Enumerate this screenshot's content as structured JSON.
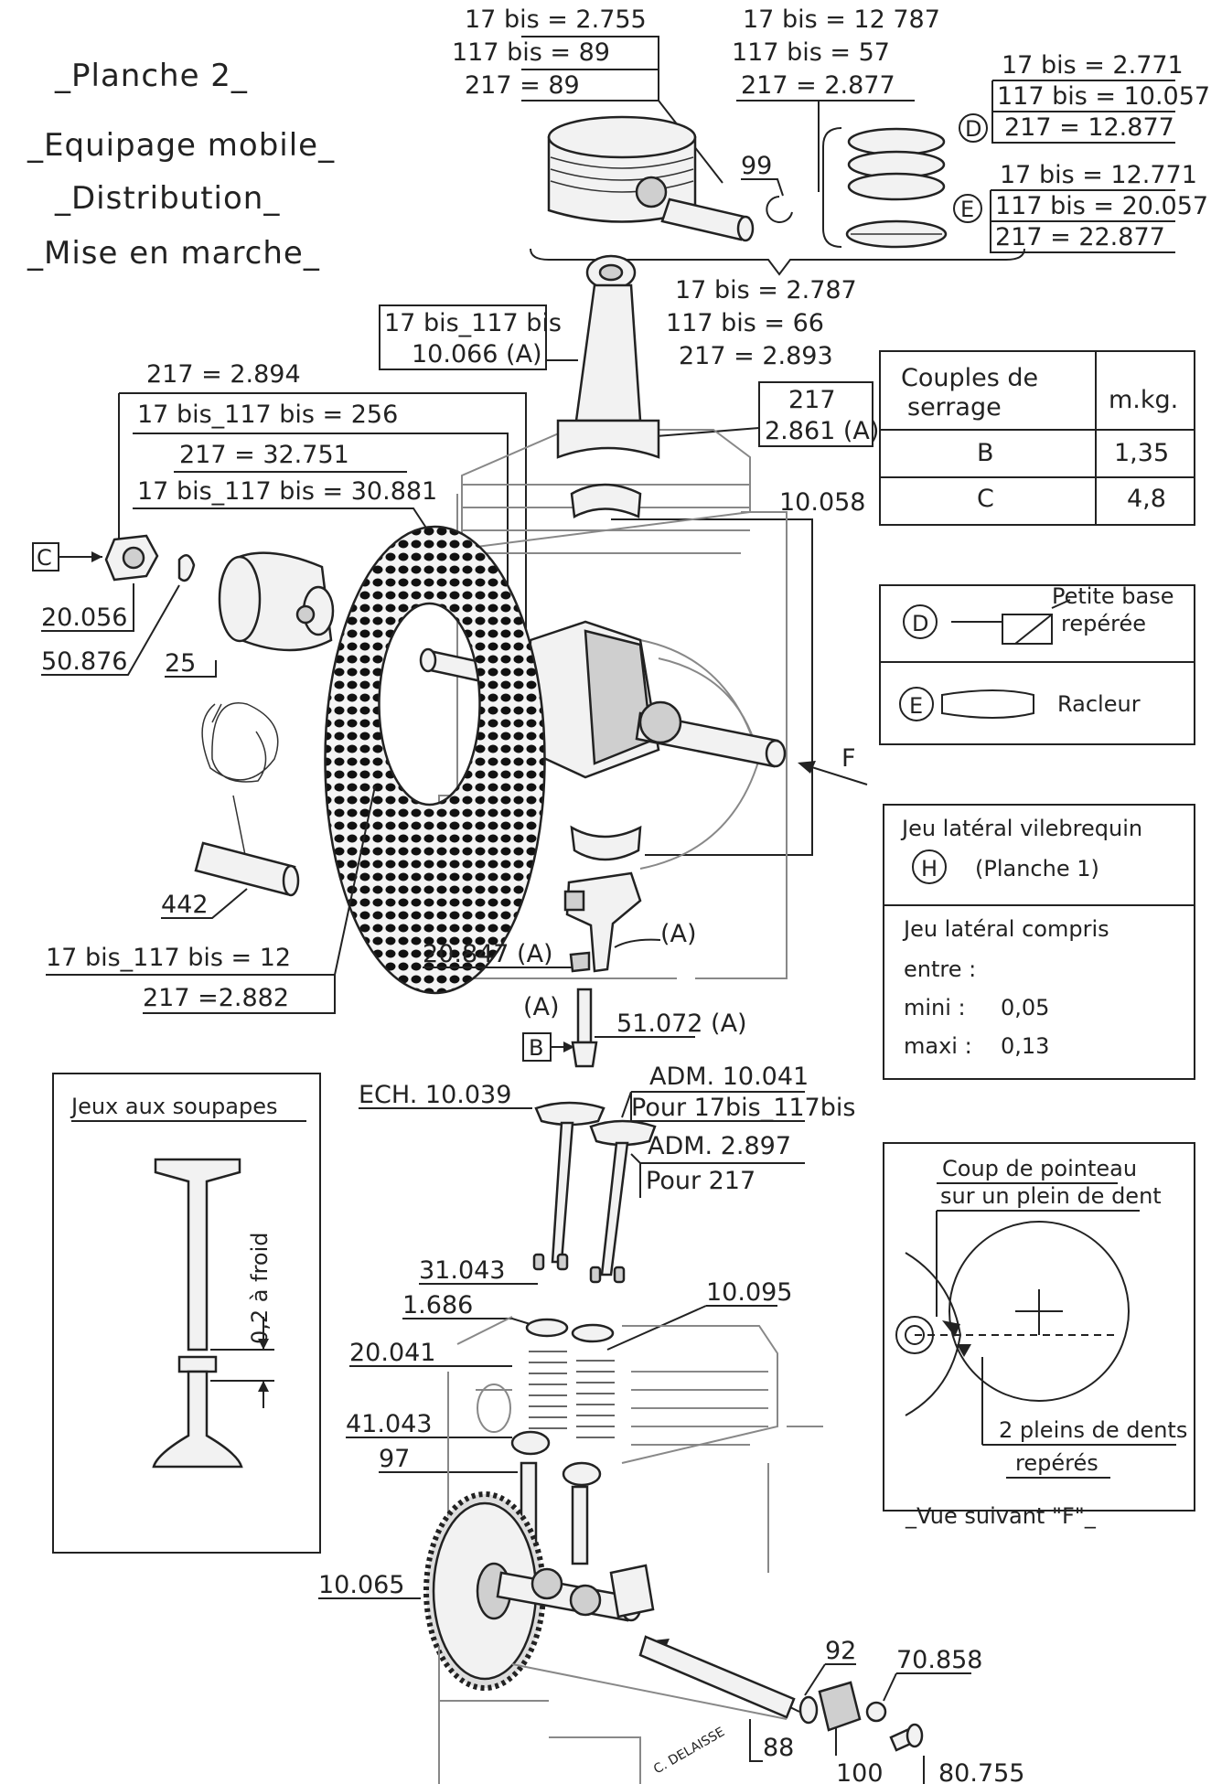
{
  "headings": {
    "planche": "_Planche 2_",
    "equipage": "_Equipage mobile_",
    "distribution": "_Distribution_",
    "mise": "_Mise en marche_"
  },
  "labels": {
    "piston_axle_1": "17 bis = 2.755",
    "piston_axle_2": "117 bis = 89",
    "piston_axle_3": "217 = 89",
    "piston_1": "17 bis = 12 787",
    "piston_2": "117 bis = 57",
    "piston_3": "217 = 2.877",
    "circlip": "99",
    "ringD_1": "17 bis = 2.771",
    "ringD_2": "117 bis = 10.057",
    "ringD_3": "217 = 12.877",
    "ringD_mark": "D",
    "ringE_1": "17 bis = 12.771",
    "ringE_2": "117 bis = 20.057",
    "ringE_3": "217 = 22.877",
    "ringE_mark": "E",
    "rings_1": "17 bis = 2.787",
    "rings_2": "117 bis = 66",
    "rings_3": "217 = 2.893",
    "conrod_1": "17 bis_117 bis",
    "conrod_2": "10.066 (A)",
    "cap_1": "217",
    "cap_2": "2.861 (A)",
    "bearing_top": "10.058",
    "fly_1": "217 = 2.894",
    "fly_2": "17 bis_117 bis = 256",
    "fly_3": "217 = 32.751",
    "fly_4": "17 bis_117 bis = 30.881",
    "nut_box": "C",
    "nut_code": "20.056",
    "washer_code": "50.876",
    "pulley_code": "25",
    "handle_code": "442",
    "fan_1": "17 bis_117 bis = 12",
    "fan_2": "217 =2.882",
    "arrow_F": "F",
    "lock_code": "20.847 (A)",
    "cap_A": "(A)",
    "bolt_A": "(A)",
    "bolt_box": "B",
    "bolt_code": "51.072 (A)",
    "ech_1": "ECH. 10.039",
    "adm_1a": "ADM. 10.041",
    "adm_1b": "Pour 17bis_117bis",
    "adm_2a": "ADM. 2.897",
    "adm_2b": "Pour 217",
    "keys": "31.043",
    "cup": "1.686",
    "seal": "10.095",
    "spring": "20.041",
    "retainer": "41.043",
    "tappet": "97",
    "camshaft": "10.065",
    "n92": "92",
    "n88": "88",
    "n100": "100",
    "n70858": "70.858",
    "n80755": "80.755",
    "signature": "C. DELAISSE"
  },
  "torque": {
    "head1": "Couples de",
    "head2": "serrage",
    "unit": "m.kg.",
    "rows": [
      {
        "k": "B",
        "v": "1,35"
      },
      {
        "k": "C",
        "v": "4,8"
      }
    ]
  },
  "legend_ring": {
    "d_mark": "D",
    "d_text1": "Petite base",
    "d_text2": "repérée",
    "e_mark": "E",
    "e_text": "Racleur"
  },
  "jeu_lateral": {
    "title": "Jeu latéral vilebrequin",
    "mark": "H",
    "ref": "(Planche 1)",
    "line1": "Jeu latéral compris",
    "line2": "entre :",
    "mini_k": "mini :",
    "mini_v": "0,05",
    "maxi_k": "maxi :",
    "maxi_v": "0,13"
  },
  "soupapes": {
    "title": "Jeux aux soupapes",
    "value": "0,2 à froid"
  },
  "vue_f": {
    "line1": "Coup de pointeau",
    "line2": "sur un plein de dent",
    "line3": "2 pleins de dents",
    "line4": "repérés",
    "caption": "_Vue suivant \"F\"_"
  }
}
